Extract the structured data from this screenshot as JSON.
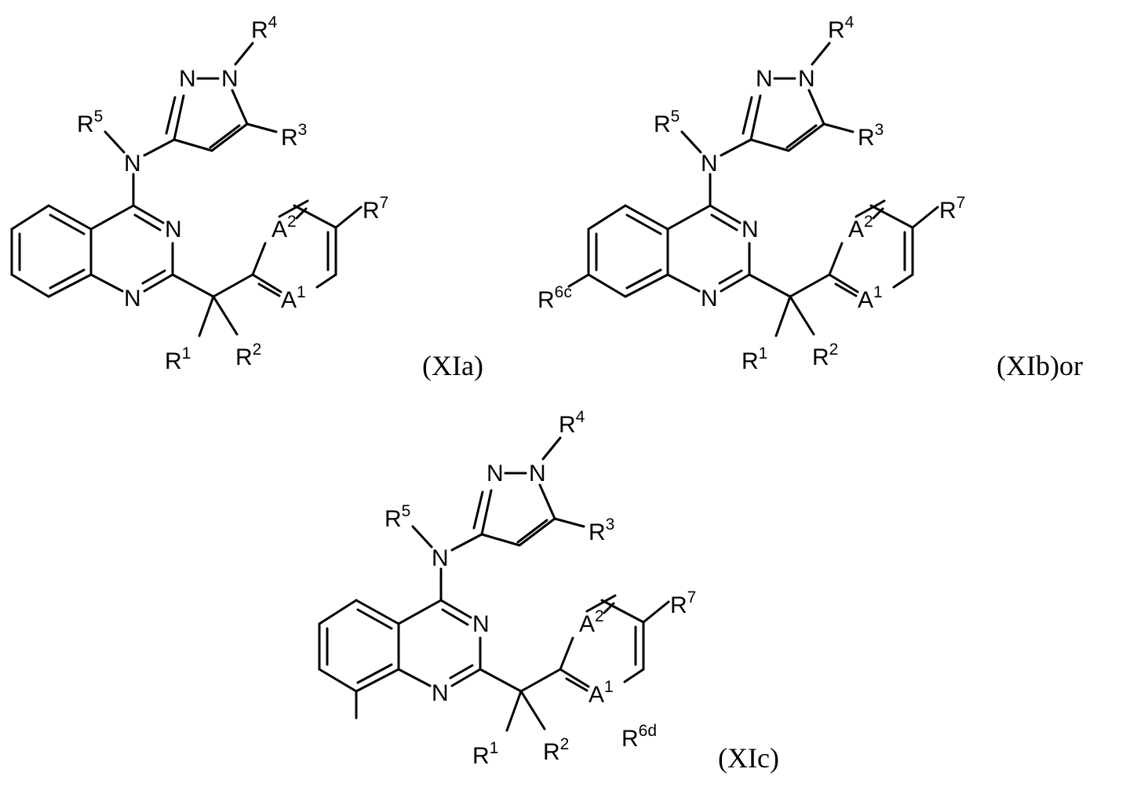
{
  "structures": [
    {
      "id": "XIa",
      "caption": "(XIa)",
      "atoms": {
        "R4": {
          "base": "R",
          "sup": "4"
        },
        "N_pz2": {
          "base": "N",
          "sup": ""
        },
        "N_pz1": {
          "base": "N",
          "sup": ""
        },
        "R5": {
          "base": "R",
          "sup": "5"
        },
        "R3": {
          "base": "R",
          "sup": "3"
        },
        "N_amine": {
          "base": "N",
          "sup": ""
        },
        "R7": {
          "base": "R",
          "sup": "7"
        },
        "A2": {
          "base": "A",
          "sup": "2"
        },
        "N3": {
          "base": "N",
          "sup": ""
        },
        "N1": {
          "base": "N",
          "sup": ""
        },
        "A1": {
          "base": "A",
          "sup": "1"
        },
        "R1": {
          "base": "R",
          "sup": "1"
        },
        "R2": {
          "base": "R",
          "sup": "2"
        }
      }
    },
    {
      "id": "XIb",
      "caption": "(XIb)or",
      "atoms": {
        "R4": {
          "base": "R",
          "sup": "4"
        },
        "N_pz2": {
          "base": "N",
          "sup": ""
        },
        "N_pz1": {
          "base": "N",
          "sup": ""
        },
        "R5": {
          "base": "R",
          "sup": "5"
        },
        "R3": {
          "base": "R",
          "sup": "3"
        },
        "N_amine": {
          "base": "N",
          "sup": ""
        },
        "R7": {
          "base": "R",
          "sup": "7"
        },
        "A2": {
          "base": "A",
          "sup": "2"
        },
        "N3": {
          "base": "N",
          "sup": ""
        },
        "N1": {
          "base": "N",
          "sup": ""
        },
        "A1": {
          "base": "A",
          "sup": "1"
        },
        "R1": {
          "base": "R",
          "sup": "1"
        },
        "R2": {
          "base": "R",
          "sup": "2"
        },
        "R6c": {
          "base": "R",
          "sup": "6c"
        }
      }
    },
    {
      "id": "XIc",
      "caption": "(XIc)",
      "atoms": {
        "R4": {
          "base": "R",
          "sup": "4"
        },
        "N_pz2": {
          "base": "N",
          "sup": ""
        },
        "N_pz1": {
          "base": "N",
          "sup": ""
        },
        "R5": {
          "base": "R",
          "sup": "5"
        },
        "R3": {
          "base": "R",
          "sup": "3"
        },
        "N_amine": {
          "base": "N",
          "sup": ""
        },
        "R7": {
          "base": "R",
          "sup": "7"
        },
        "A2": {
          "base": "A",
          "sup": "2"
        },
        "N3": {
          "base": "N",
          "sup": ""
        },
        "N1": {
          "base": "N",
          "sup": ""
        },
        "A1": {
          "base": "A",
          "sup": "1"
        },
        "R1": {
          "base": "R",
          "sup": "1"
        },
        "R2": {
          "base": "R",
          "sup": "2"
        },
        "R6d": {
          "base": "R",
          "sup": "6d"
        }
      }
    }
  ]
}
